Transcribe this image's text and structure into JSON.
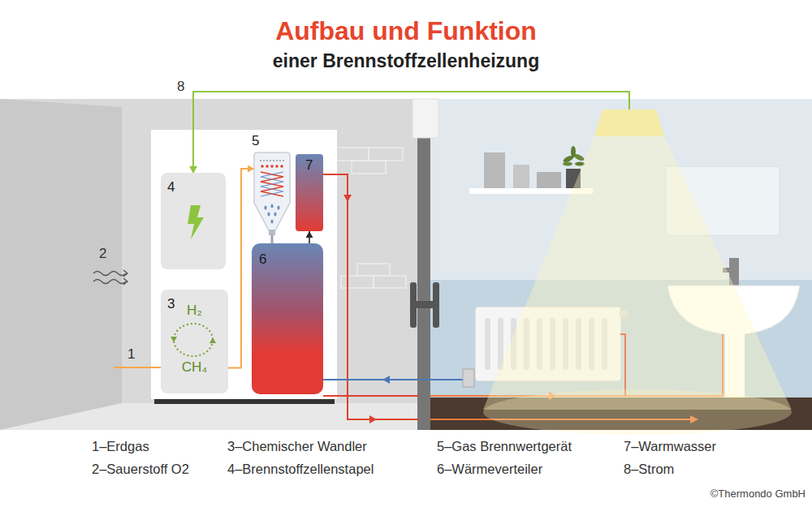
{
  "diagram": {
    "title": "Aufbau und Funktion",
    "nodes": [
      {
        "text": [
          "4"
        ]
      },
      {
        "text": [
          "3",
          "H₂",
          "CH₄"
        ]
      },
      {
        "text": [
          "5"
        ]
      },
      {
        "text": [
          "7"
        ]
      },
      {
        "text": [
          "6"
        ]
      }
    ],
    "edges": [
      {
        "from": 1,
        "to": 2,
        "arrow": "to"
      },
      {
        "from": 2,
        "to": 4,
        "arrow": "none"
      },
      {
        "from": 4,
        "to": 3,
        "arrow": "to"
      }
    ],
    "labels": [
      "einer Brennstoffzellenheizung",
      "8",
      "2",
      "1",
      "1–Erdgas",
      "3–Chemischer Wandler",
      "5–Gas Brennwertgerät",
      "7–Warmwasser",
      "2–Sauerstoff O2",
      "4–Brennstoffzellenstapel",
      "6–Wärmeverteiler",
      "8–Strom",
      "©Thermondo GmbH"
    ]
  }
}
